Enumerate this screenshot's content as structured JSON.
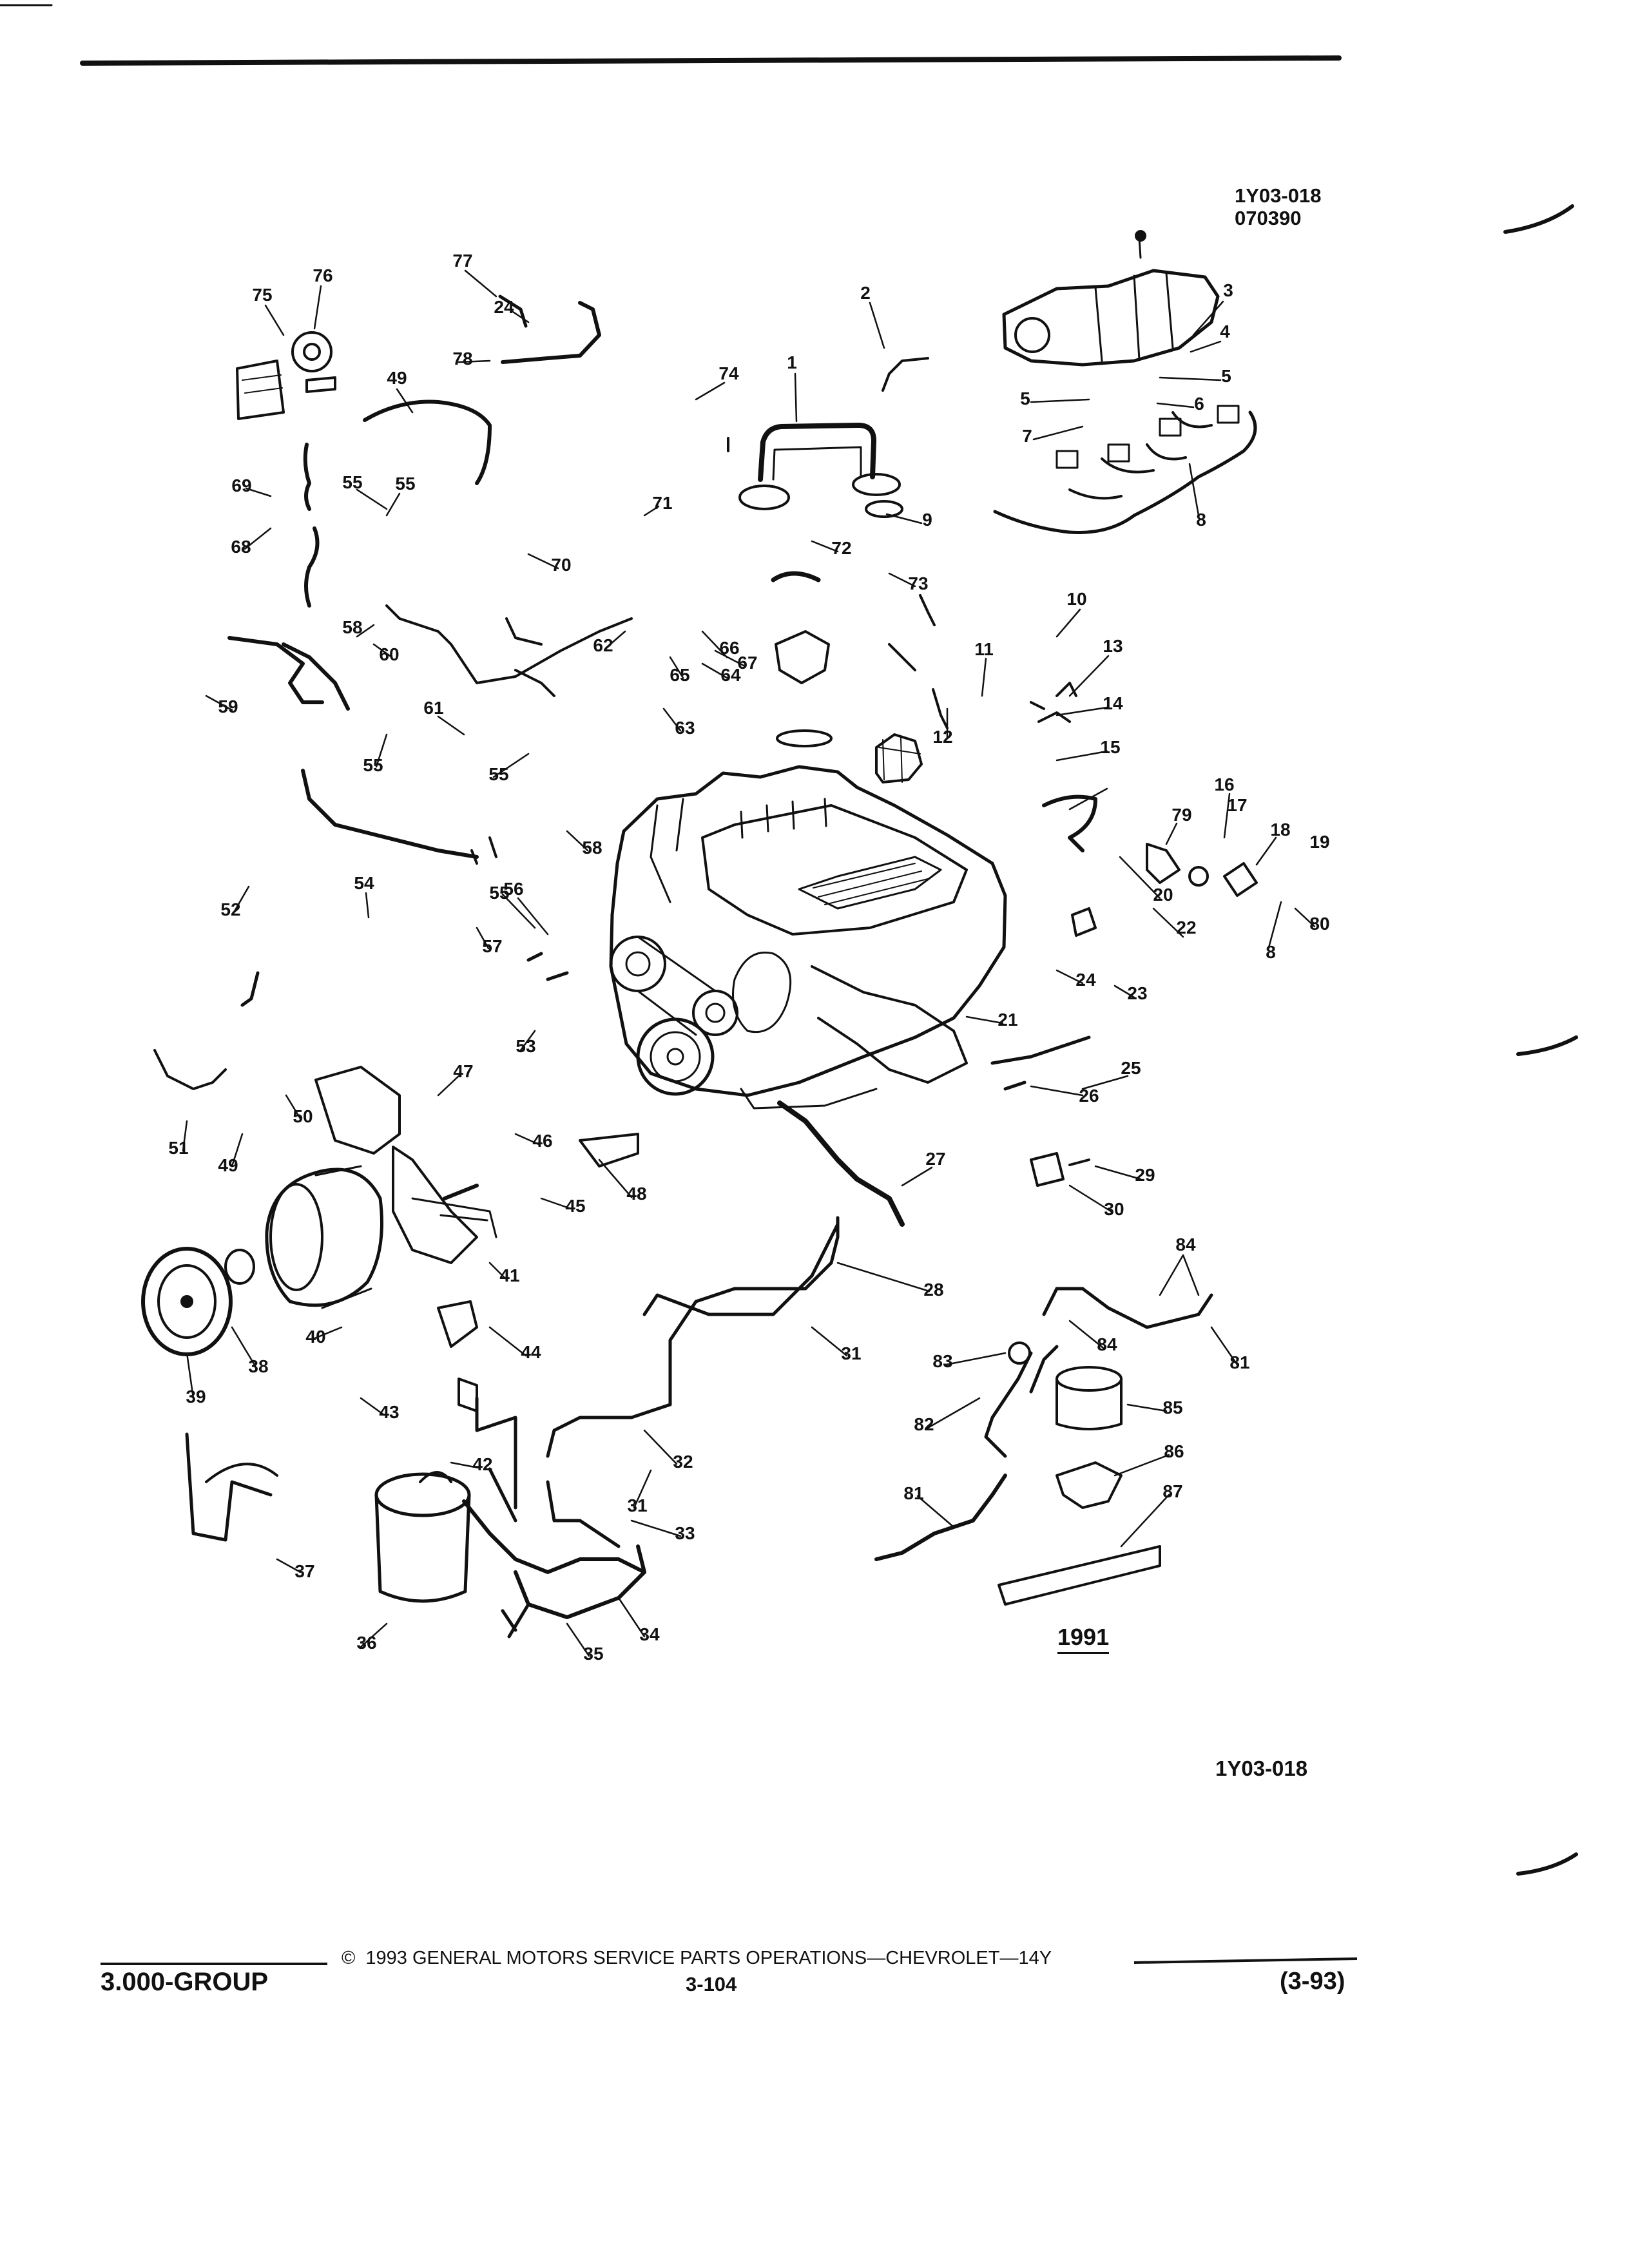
{
  "header": {
    "diagram_code": "1Y03-018",
    "diagram_date": "070390"
  },
  "year_label": "1991",
  "bottom_code": "1Y03-018",
  "footer": {
    "copyright_symbol": "©",
    "copyright": "1993 GENERAL MOTORS SERVICE PARTS OPERATIONS—CHEVROLET—14Y",
    "group": "3.000-GROUP",
    "page_number": "3-104",
    "revision": "(3-93)"
  },
  "callouts": [
    "1",
    "2",
    "3",
    "4",
    "5",
    "5",
    "6",
    "7",
    "8",
    "8",
    "9",
    "10",
    "11",
    "12",
    "13",
    "14",
    "15",
    "16",
    "17",
    "18",
    "19",
    "20",
    "21",
    "22",
    "23",
    "24",
    "24",
    "25",
    "26",
    "27",
    "28",
    "29",
    "30",
    "31",
    "31",
    "32",
    "33",
    "34",
    "35",
    "36",
    "37",
    "38",
    "39",
    "40",
    "41",
    "42",
    "43",
    "44",
    "45",
    "46",
    "47",
    "48",
    "49",
    "49",
    "50",
    "51",
    "52",
    "53",
    "54",
    "55",
    "55",
    "55",
    "55",
    "55",
    "56",
    "57",
    "58",
    "58",
    "59",
    "60",
    "61",
    "62",
    "63",
    "64",
    "65",
    "66",
    "67",
    "68",
    "69",
    "70",
    "71",
    "72",
    "73",
    "74",
    "75",
    "76",
    "77",
    "78",
    "79",
    "80",
    "81",
    "81",
    "82",
    "83",
    "84",
    "84",
    "85",
    "86",
    "87"
  ]
}
